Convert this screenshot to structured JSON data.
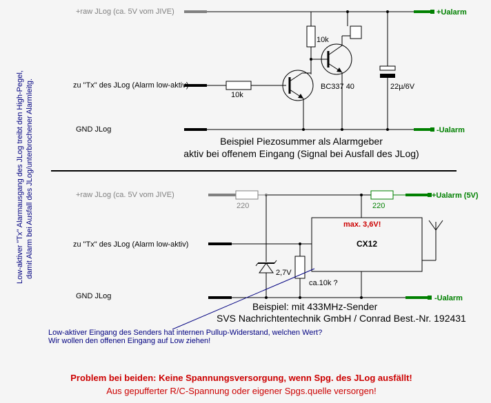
{
  "top_circuit": {
    "raw_label": "+raw JLog (ca. 5V vom JIVE)",
    "tx_label": "zu \"Tx\" des JLog (Alarm low-aktiv)",
    "gnd_label": "GND JLog",
    "out_plus": "+Ualarm",
    "out_minus": "-Ualarm",
    "r_collector": "10k",
    "r_base": "10k",
    "transistor": "BC337 40",
    "capacitor": "22µ/6V",
    "caption_1": "Beispiel Piezosummer als Alarmgeber",
    "caption_2": "aktiv bei offenem Eingang (Signal bei Ausfall des JLog)"
  },
  "bottom_circuit": {
    "raw_label": "+raw JLog (ca. 5V vom JIVE)",
    "tx_label": "zu \"Tx\" des JLog (Alarm low-aktiv)",
    "gnd_label": "GND JLog",
    "out_plus": "+Ualarm (5V)",
    "out_minus": "-Ualarm",
    "r_left": "220",
    "r_right": "220",
    "max_voltage": "max. 3,6V!",
    "module": "CX12",
    "zener": "2,7V",
    "r_pulldown": "ca.10k ?",
    "caption_1": "Beispiel: mit 433MHz-Sender",
    "caption_2": "SVS Nachrichtentechnik GmbH / Conrad Best.-Nr. 192431",
    "note_1": "Low-aktiver Eingang des Senders hat internen Pullup-Widerstand, welchen Wert?",
    "note_2": "Wir wollen den offenen Eingang auf Low ziehen!"
  },
  "side_note": {
    "line_1": "Low-aktiver \"Tx\" Alarmausgang des JLog treibt den High-Pegel,",
    "line_2": "damit Alarm bei Ausfall des JLog/unterbrochener Alarmleitg."
  },
  "footer": {
    "line_1": "Problem bei beiden: Keine Spannungsversorgung, wenn Spg. des JLog ausfällt!",
    "line_2": "Aus gepufferter R/C-Spannung oder eigener Spgs.quelle versorgen!"
  },
  "colors": {
    "wire": "#000000",
    "terminal_green": "#008000",
    "raw_gray": "#808080",
    "note_blue": "#000080",
    "warning_red": "#cc0000"
  }
}
